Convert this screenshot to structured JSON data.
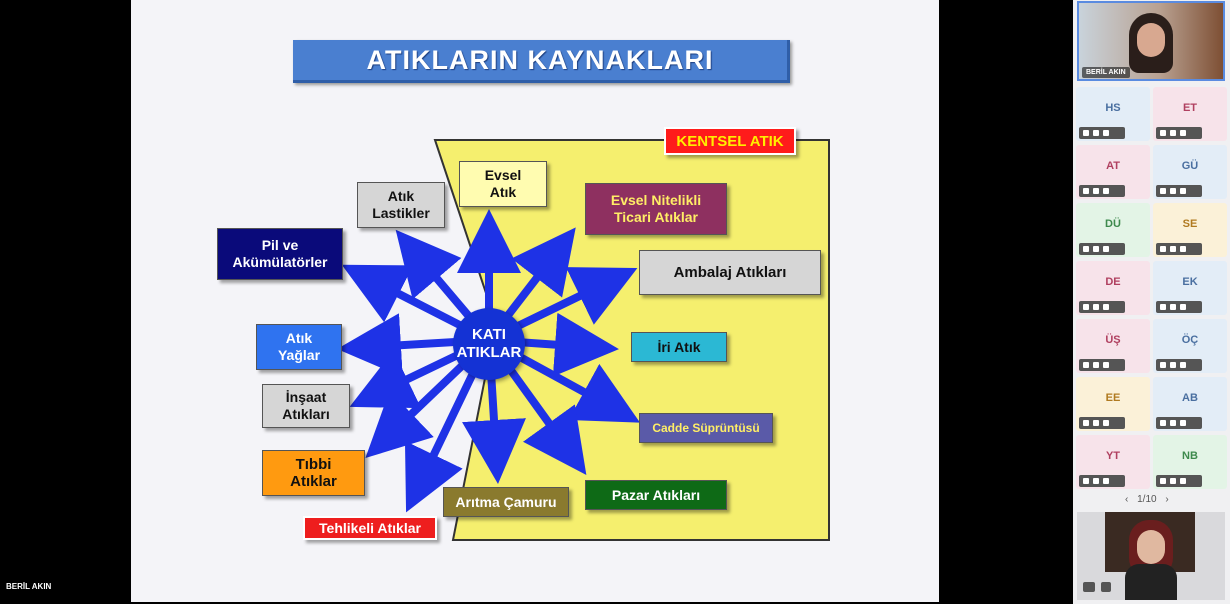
{
  "presenter_name": "BERİL AKIN",
  "slide": {
    "title": "ATIKLARIN KAYNAKLARI",
    "category_label": "KENTSEL ATIK",
    "center": "KATI\nATIKLAR",
    "items": {
      "evsel": "Evsel\nAtık",
      "evsel_nitelikli": "Evsel Nitelikli\nTicari Atıklar",
      "ambalaj": "Ambalaj Atıkları",
      "iri": "İri Atık",
      "cadde": "Cadde Süprüntüsü",
      "pazar": "Pazar Atıkları",
      "aritma": "Arıtma Çamuru",
      "tehlikeli": "Tehlikeli Atıklar",
      "tibbi": "Tıbbi\nAtıklar",
      "insaat": "İnşaat\nAtıkları",
      "yaglar": "Atık\nYağlar",
      "pil": "Pil ve\nAkümülatörler",
      "lastik": "Atık\nLastikler"
    },
    "colors": {
      "panel": "#f5ef6e",
      "arrow": "#1e32e6"
    }
  },
  "sidebar": {
    "host_name": "BERİL AKIN",
    "participants": [
      {
        "initials": "HS",
        "bg": "#e3edf7",
        "fg": "#4a6fa0"
      },
      {
        "initials": "ET",
        "bg": "#f7e3ea",
        "fg": "#b04060"
      },
      {
        "initials": "AT",
        "bg": "#f7e3ea",
        "fg": "#b04060"
      },
      {
        "initials": "GÜ",
        "bg": "#e3edf7",
        "fg": "#4a6fa0"
      },
      {
        "initials": "DÜ",
        "bg": "#e3f4e6",
        "fg": "#3e8a4d"
      },
      {
        "initials": "SE",
        "bg": "#fbf1d8",
        "fg": "#b07a20"
      },
      {
        "initials": "DE",
        "bg": "#f7e3ea",
        "fg": "#b04060"
      },
      {
        "initials": "EK",
        "bg": "#e3edf7",
        "fg": "#4a6fa0"
      },
      {
        "initials": "ÜŞ",
        "bg": "#f7e3ea",
        "fg": "#b04060"
      },
      {
        "initials": "ÖÇ",
        "bg": "#e3edf7",
        "fg": "#4a6fa0"
      },
      {
        "initials": "EE",
        "bg": "#fbf1d8",
        "fg": "#b07a20"
      },
      {
        "initials": "AB",
        "bg": "#e3edf7",
        "fg": "#4a6fa0"
      },
      {
        "initials": "YT",
        "bg": "#f7e3ea",
        "fg": "#b04060"
      },
      {
        "initials": "NB",
        "bg": "#e3f4e6",
        "fg": "#3e8a4d"
      }
    ],
    "pager": "1/10"
  }
}
